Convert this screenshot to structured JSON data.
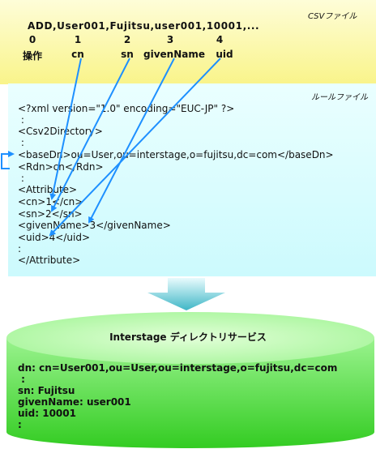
{
  "csv": {
    "title": "CSVファイル",
    "record": "ADD,User001,Fujitsu,user001,10001,...",
    "indices": [
      "0",
      "1",
      "2",
      "3",
      "4"
    ],
    "fields": [
      "操作",
      "cn",
      "sn",
      "givenName",
      "uid"
    ]
  },
  "rule": {
    "title": "ルールファイル",
    "lines": [
      "<?xml version=\"1.0\" encoding=\"EUC-JP\" ?>",
      " :",
      "<Csv2Directory>",
      " :",
      "<baseDn>ou=User,ou=interstage,o=fujitsu,dc=com</baseDn>",
      "<Rdn>cn</Rdn>",
      " :",
      "<Attribute>",
      "<cn>1</cn>",
      "<sn>2</sn>",
      "<givenName>3</givenName>",
      "<uid>4</uid>",
      ":",
      "</Attribute>"
    ]
  },
  "directory": {
    "title": "Interstage ディレクトリサービス",
    "lines": [
      "dn: cn=User001,ou=User,ou=interstage,o=fujitsu,dc=com",
      " :",
      "sn: Fujitsu",
      "givenName: user001",
      "uid: 10001",
      ":"
    ]
  },
  "colors": {
    "csv_panel": "#f9f48a",
    "rule_panel": "#ccfafd",
    "arrow": "#1e90ff",
    "cylinder": "#44dd33",
    "down_arrow": "#3fb6c6"
  }
}
